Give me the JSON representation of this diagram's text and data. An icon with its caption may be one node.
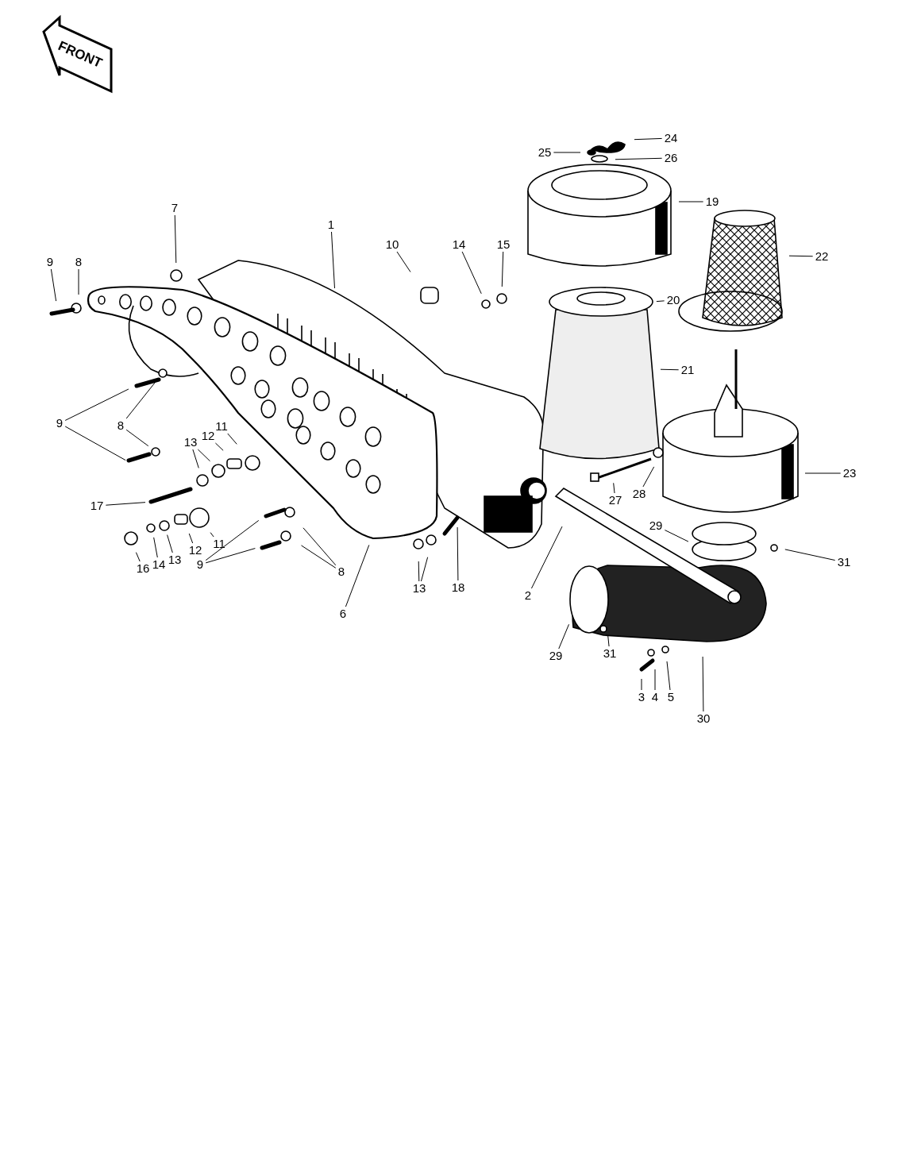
{
  "diagram": {
    "nodes": [
      {
        "text": [
          "1"
        ]
      },
      {
        "text": [
          "7"
        ]
      },
      {
        "text": [
          "9"
        ]
      },
      {
        "text": [
          "8"
        ]
      },
      {
        "text": [
          "10"
        ]
      },
      {
        "text": [
          "14"
        ]
      },
      {
        "text": [
          "15"
        ]
      },
      {
        "text": [
          "24"
        ]
      },
      {
        "text": [
          "25"
        ]
      },
      {
        "text": [
          "26"
        ]
      },
      {
        "text": [
          "19"
        ]
      },
      {
        "text": [
          "22"
        ]
      },
      {
        "text": [
          "20"
        ]
      },
      {
        "text": [
          "21"
        ]
      },
      {
        "text": [
          "9"
        ]
      },
      {
        "text": [
          "8"
        ]
      },
      {
        "text": [
          "13"
        ]
      },
      {
        "text": [
          "12"
        ]
      },
      {
        "text": [
          "11"
        ]
      },
      {
        "text": [
          "17"
        ]
      },
      {
        "text": [
          "16"
        ]
      },
      {
        "text": [
          "14"
        ]
      },
      {
        "text": [
          "13"
        ]
      },
      {
        "text": [
          "12"
        ]
      },
      {
        "text": [
          "11"
        ]
      },
      {
        "text": [
          "9"
        ]
      },
      {
        "text": [
          "8"
        ]
      },
      {
        "text": [
          "6"
        ]
      },
      {
        "text": [
          "13"
        ]
      },
      {
        "text": [
          "18"
        ]
      },
      {
        "text": [
          "2"
        ]
      },
      {
        "text": [
          "27"
        ]
      },
      {
        "text": [
          "28"
        ]
      },
      {
        "text": [
          "23"
        ]
      },
      {
        "text": [
          "29"
        ]
      },
      {
        "text": [
          "31"
        ]
      },
      {
        "text": [
          "29"
        ]
      },
      {
        "text": [
          "31"
        ]
      },
      {
        "text": [
          "3"
        ]
      },
      {
        "text": [
          "4"
        ]
      },
      {
        "text": [
          "5"
        ]
      },
      {
        "text": [
          "30"
        ]
      }
    ],
    "edges": [
      {
        "from": 0,
        "to": null,
        "arrow": "none"
      },
      {
        "from": 1,
        "to": null,
        "arrow": "none"
      },
      {
        "from": 2,
        "to": null,
        "arrow": "none"
      },
      {
        "from": 3,
        "to": null,
        "arrow": "none"
      },
      {
        "from": 4,
        "to": null,
        "arrow": "none"
      },
      {
        "from": 5,
        "to": null,
        "arrow": "none"
      },
      {
        "from": 6,
        "to": null,
        "arrow": "none"
      },
      {
        "from": 7,
        "to": null,
        "arrow": "none"
      },
      {
        "from": 8,
        "to": null,
        "arrow": "none"
      },
      {
        "from": 9,
        "to": null,
        "arrow": "none"
      },
      {
        "from": 10,
        "to": null,
        "arrow": "none"
      },
      {
        "from": 11,
        "to": null,
        "arrow": "none"
      },
      {
        "from": 12,
        "to": null,
        "arrow": "none"
      },
      {
        "from": 13,
        "to": null,
        "arrow": "none"
      },
      {
        "from": 14,
        "to": null,
        "arrow": "none"
      },
      {
        "from": 14,
        "to": null,
        "arrow": "none"
      },
      {
        "from": 15,
        "to": null,
        "arrow": "none"
      },
      {
        "from": 15,
        "to": null,
        "arrow": "none"
      },
      {
        "from": 16,
        "to": null,
        "arrow": "none"
      },
      {
        "from": 16,
        "to": null,
        "arrow": "none"
      },
      {
        "from": 17,
        "to": null,
        "arrow": "none"
      },
      {
        "from": 18,
        "to": null,
        "arrow": "none"
      },
      {
        "from": 19,
        "to": null,
        "arrow": "none"
      },
      {
        "from": 20,
        "to": null,
        "arrow": "none"
      },
      {
        "from": 21,
        "to": null,
        "arrow": "none"
      },
      {
        "from": 22,
        "to": null,
        "arrow": "none"
      },
      {
        "from": 23,
        "to": null,
        "arrow": "none"
      },
      {
        "from": 24,
        "to": null,
        "arrow": "none"
      },
      {
        "from": 25,
        "to": null,
        "arrow": "none"
      },
      {
        "from": 25,
        "to": null,
        "arrow": "none"
      },
      {
        "from": 26,
        "to": null,
        "arrow": "none"
      },
      {
        "from": 26,
        "to": null,
        "arrow": "none"
      },
      {
        "from": 27,
        "to": null,
        "arrow": "none"
      },
      {
        "from": 28,
        "to": null,
        "arrow": "none"
      },
      {
        "from": 28,
        "to": null,
        "arrow": "none"
      },
      {
        "from": 29,
        "to": null,
        "arrow": "none"
      },
      {
        "from": 30,
        "to": null,
        "arrow": "none"
      },
      {
        "from": 31,
        "to": null,
        "arrow": "none"
      },
      {
        "from": 32,
        "to": null,
        "arrow": "none"
      },
      {
        "from": 33,
        "to": null,
        "arrow": "none"
      },
      {
        "from": 34,
        "to": null,
        "arrow": "none"
      },
      {
        "from": 35,
        "to": null,
        "arrow": "none"
      },
      {
        "from": 36,
        "to": null,
        "arrow": "none"
      },
      {
        "from": 37,
        "to": null,
        "arrow": "none"
      },
      {
        "from": 38,
        "to": null,
        "arrow": "none"
      },
      {
        "from": 39,
        "to": null,
        "arrow": "none"
      },
      {
        "from": 40,
        "to": null,
        "arrow": "none"
      },
      {
        "from": 41,
        "to": null,
        "arrow": "none"
      }
    ],
    "labels": [
      "FRONT"
    ]
  }
}
